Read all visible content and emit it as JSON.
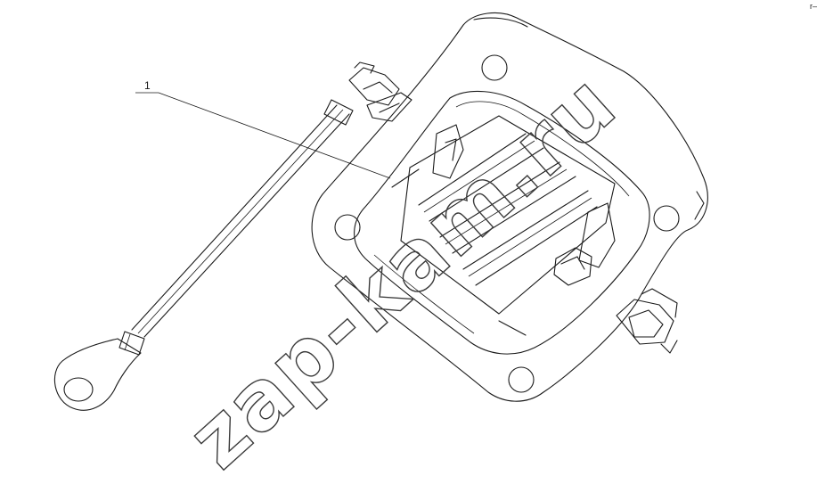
{
  "callout": {
    "label": "1"
  },
  "corner_mark": "r–",
  "watermark": {
    "text": "zap-kam.ru"
  }
}
